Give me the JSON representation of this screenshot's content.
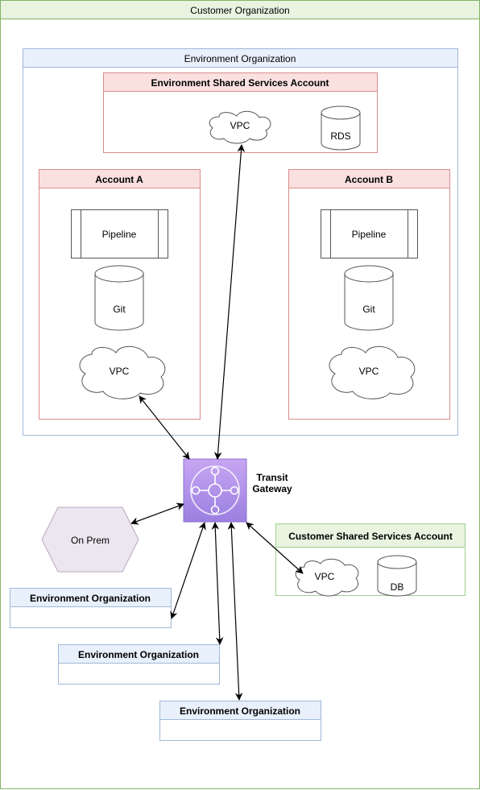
{
  "customer_org": {
    "title": "Customer Organization"
  },
  "env_org": {
    "title": "Environment Organization",
    "shared_services": {
      "title": "Environment Shared Services Account",
      "vpc": "VPC",
      "db": "RDS"
    },
    "account_a": {
      "title": "Account A",
      "pipeline": "Pipeline",
      "repo": "Git",
      "vpc": "VPC"
    },
    "account_b": {
      "title": "Account B",
      "pipeline": "Pipeline",
      "repo": "Git",
      "vpc": "VPC"
    }
  },
  "transit_gateway": {
    "label_line1": "Transit",
    "label_line2": "Gateway",
    "icon": "transit-gateway-icon"
  },
  "on_prem": {
    "label": "On Prem"
  },
  "customer_shared_services": {
    "title": "Customer Shared Services Account",
    "vpc": "VPC",
    "db": "DB"
  },
  "env_org_instances": [
    {
      "title": "Environment Organization"
    },
    {
      "title": "Environment Organization"
    },
    {
      "title": "Environment Organization"
    }
  ],
  "colors": {
    "green_border": "#82b366",
    "green_fill": "#e8f3e0",
    "blue_border": "#6c8ebf",
    "blue_fill": "#e8f0fb",
    "red_border": "#b85450",
    "red_fill": "#fbe0e0",
    "tgw_fill": "#a98be6",
    "onprem_fill": "#ece6ef"
  }
}
